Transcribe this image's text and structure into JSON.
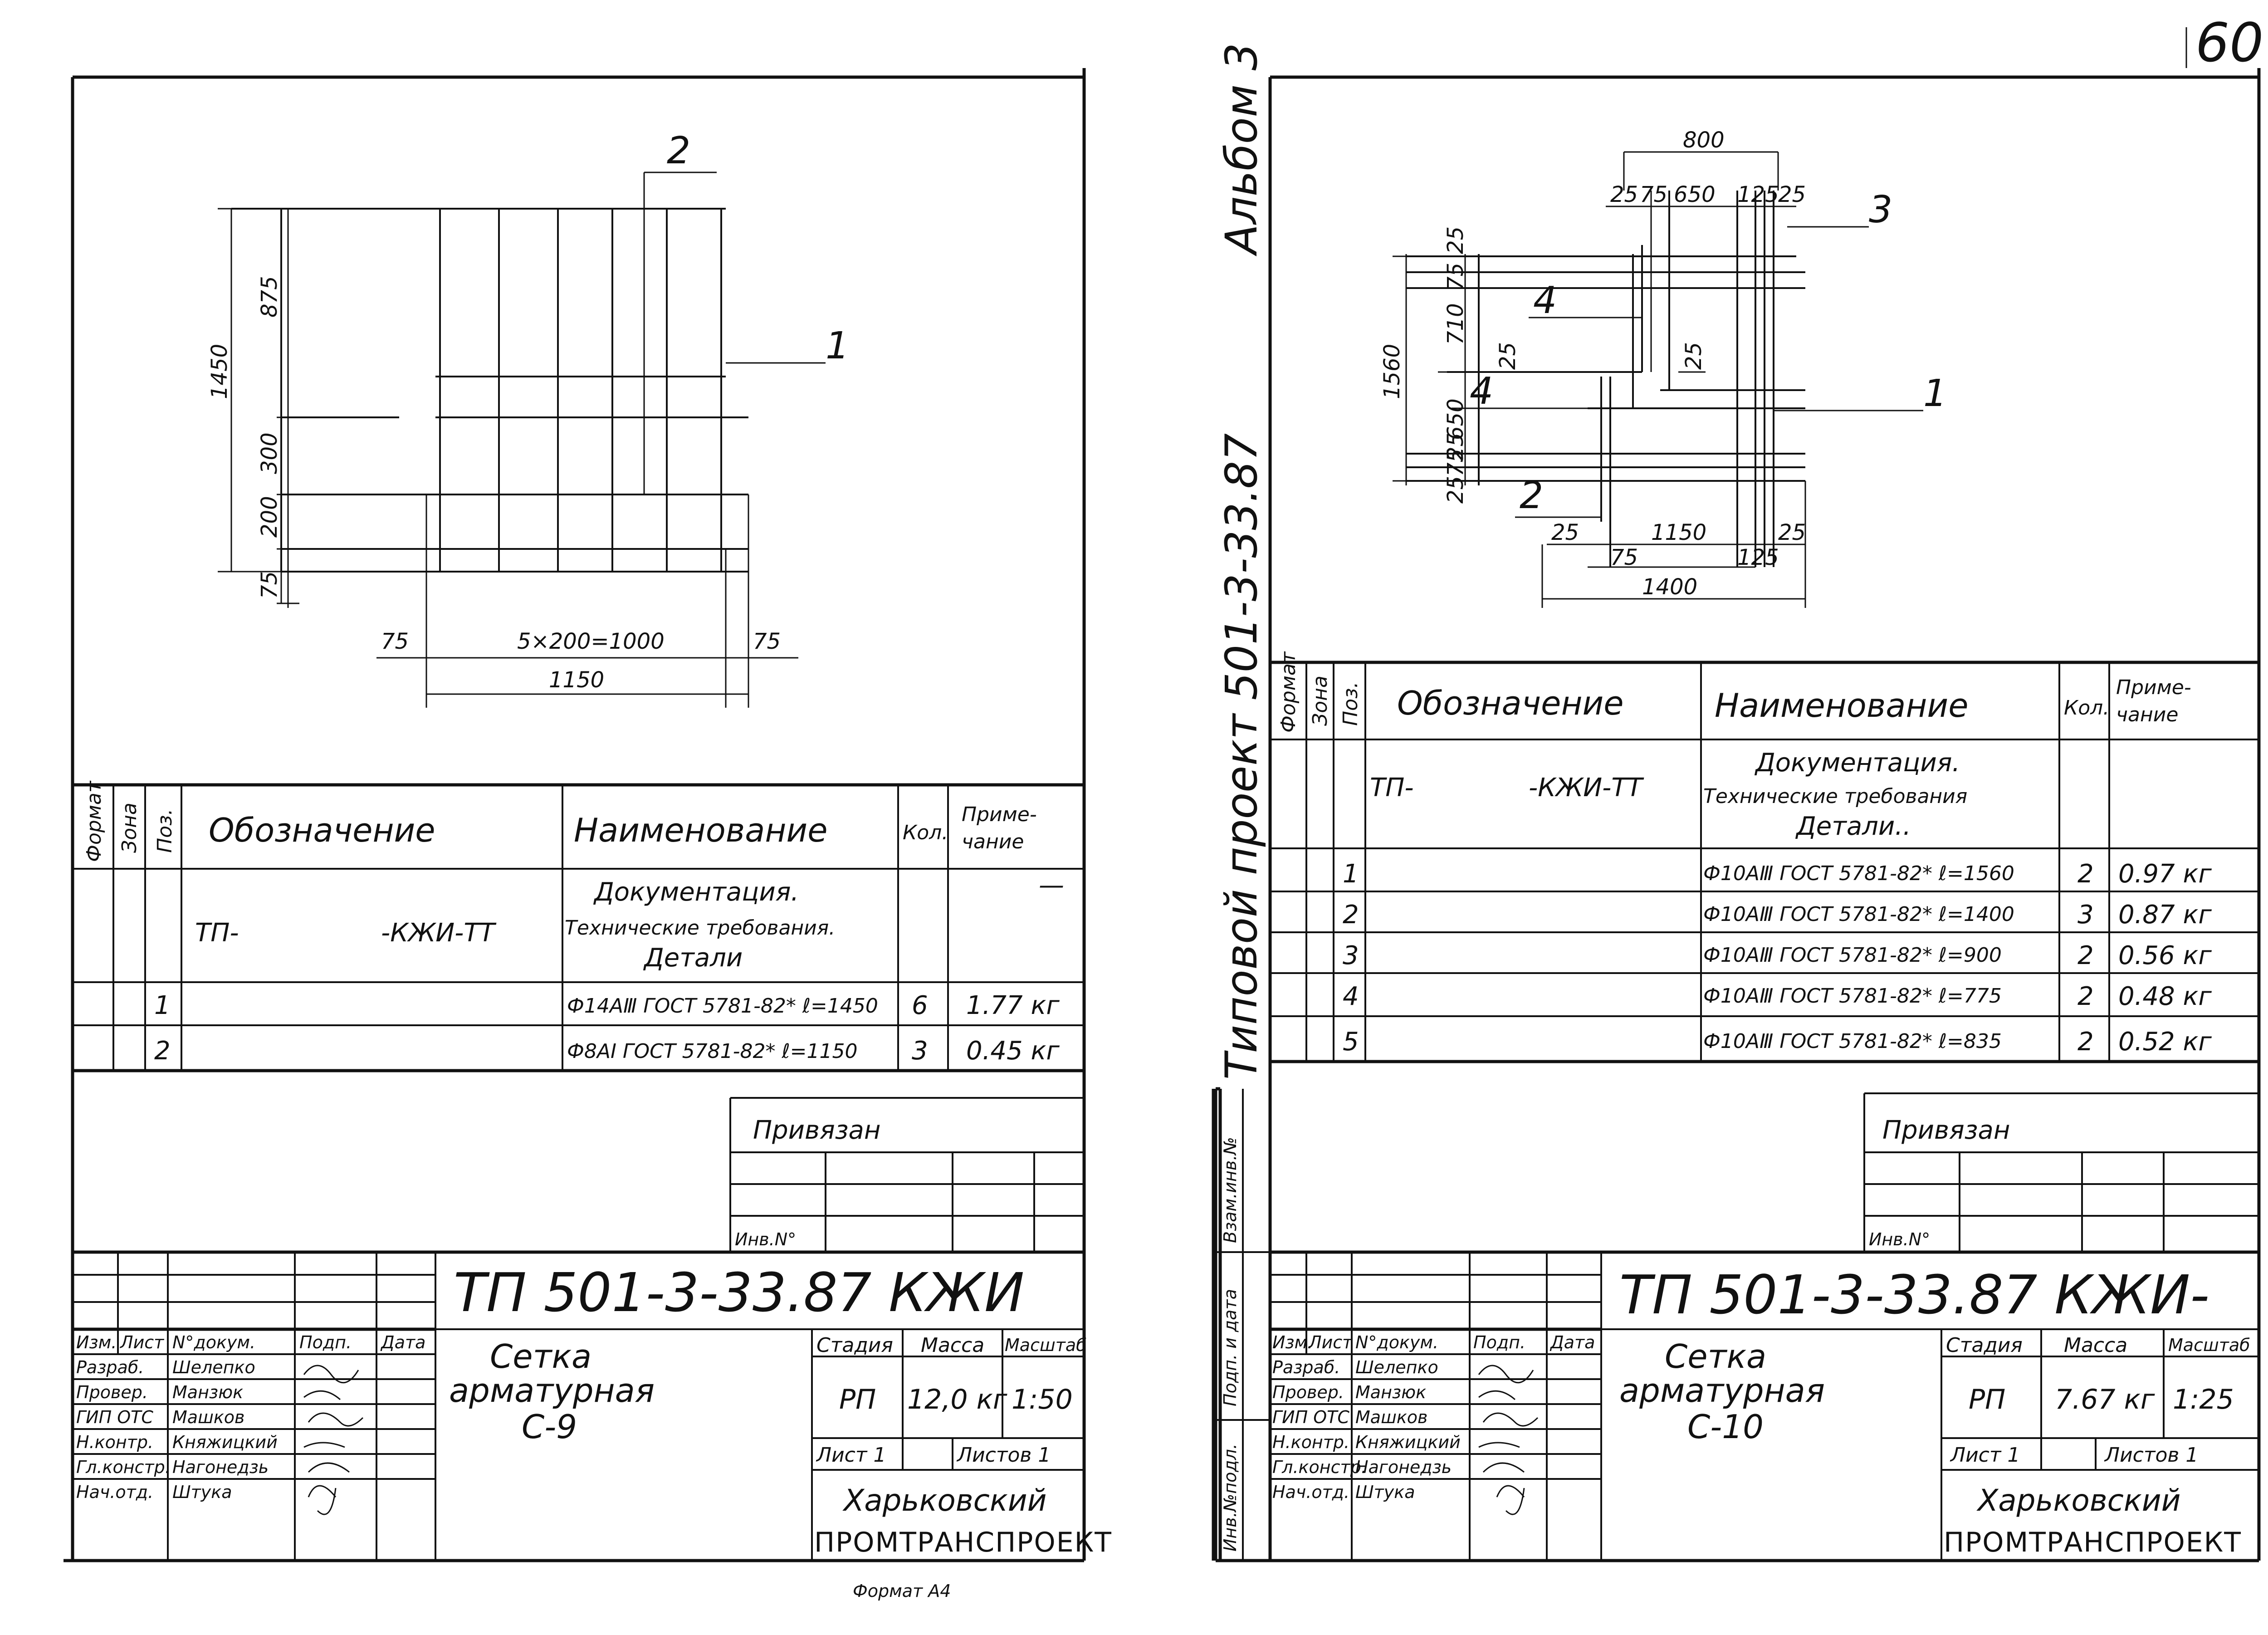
{
  "page_number": "60",
  "side_title": "Типовой проект 501-3-33.87",
  "side_album": "Альбом 3",
  "side_stamp": {
    "inv_podl": "Инв.№подл.",
    "podp_data": "Подп. и дата",
    "vzam_inv": "Взам.инв.№"
  },
  "headers": {
    "format": "Формат",
    "zona": "Зона",
    "poz": "Поз.",
    "oboznachenie": "Обозначение",
    "naimenovanie": "Наименование",
    "kol": "Кол.",
    "prim1": "Приме-",
    "prim2": "чание"
  },
  "title_labels": {
    "izm": "Изм.",
    "list": "Лист",
    "ndok": "N°докум.",
    "podp": "Подп.",
    "data": "Дата",
    "stadiya": "Стадия",
    "massa": "Масса",
    "masshtab": "Масштаб",
    "roles": [
      "Разраб.",
      "Провер.",
      "ГИП ОТС",
      "Н.контр.",
      "Гл.констр.",
      "Нач.отд."
    ],
    "names": [
      "Шелепко",
      "Манзюк",
      "Машков",
      "Княжицкий",
      "Нагонедзь",
      "Штука"
    ]
  },
  "privyazan_label": "Привязан",
  "inv_label": "Инв.N°",
  "org1": "Харьковский",
  "org2": "ПРОМТРАНСПРОЕКТ",
  "left": {
    "dims": {
      "v_total": "1450",
      "v1": "875",
      "v2": "300",
      "v3": "200",
      "v4": "75",
      "h_left": "75",
      "h_mid": "5×200=1000",
      "h_right": "75",
      "h_total": "1150"
    },
    "callouts": [
      "1",
      "2"
    ],
    "doc_row": {
      "designation_a": "ТП-",
      "designation_b": "-КЖИ-ТТ",
      "name1": "Документация.",
      "name2": "Технические требования.",
      "name3": "Детали",
      "note": "—"
    },
    "rows": [
      {
        "poz": "1",
        "name": "Ф14АⅢ ГОСТ 5781-82* ℓ=1450",
        "kol": "6",
        "note": "1.77 кг"
      },
      {
        "poz": "2",
        "name": "Ф8АⅠ ГОСТ 5781-82* ℓ=1150",
        "kol": "3",
        "note": "0.45 кг"
      }
    ],
    "doc_code": "ТП 501-3-33.87 КЖИ",
    "item_name": [
      "Сетка",
      "арматурная",
      "С-9"
    ],
    "stadiya": "РП",
    "massa": "12,0 кг",
    "masshtab": "1:50",
    "list": "Лист 1",
    "listov": "Листов 1",
    "bottom_text": "Формат А4"
  },
  "right": {
    "dims": {
      "top_total": "800",
      "top_parts": [
        "25",
        "75",
        "650",
        "125",
        "25"
      ],
      "v_total": "1560",
      "v_parts": [
        "25",
        "75",
        "710",
        "25",
        "650",
        "25",
        "75",
        "25"
      ],
      "inner_left": "25",
      "inner_right": "25",
      "bottom_parts": [
        "25",
        "1150",
        "25"
      ],
      "bottom_sub": [
        "75",
        "125"
      ],
      "bottom_total": "1400"
    },
    "callouts": [
      "1",
      "2",
      "3",
      "4",
      "4"
    ],
    "doc_row": {
      "designation_a": "ТП-",
      "designation_b": "-КЖИ-ТТ",
      "name1": "Документация.",
      "name2": "Технические требования",
      "name3": "Детали.."
    },
    "rows": [
      {
        "poz": "1",
        "name": "Ф10АⅢ ГОСТ 5781-82* ℓ=1560",
        "kol": "2",
        "note": "0.97 кг"
      },
      {
        "poz": "2",
        "name": "Ф10АⅢ ГОСТ 5781-82* ℓ=1400",
        "kol": "3",
        "note": "0.87 кг"
      },
      {
        "poz": "3",
        "name": "Ф10АⅢ ГОСТ 5781-82* ℓ=900",
        "kol": "2",
        "note": "0.56 кг"
      },
      {
        "poz": "4",
        "name": "Ф10АⅢ ГОСТ 5781-82* ℓ=775",
        "kol": "2",
        "note": "0.48 кг"
      },
      {
        "poz": "5",
        "name": "Ф10АⅢ ГОСТ 5781-82* ℓ=835",
        "kol": "2",
        "note": "0.52 кг"
      }
    ],
    "doc_code": "ТП 501-3-33.87 КЖИ-",
    "item_name": [
      "Сетка",
      "арматурная",
      "С-10"
    ],
    "stadiya": "РП",
    "massa": "7.67 кг",
    "masshtab": "1:25",
    "list": "Лист 1",
    "listov": "Листов 1"
  }
}
